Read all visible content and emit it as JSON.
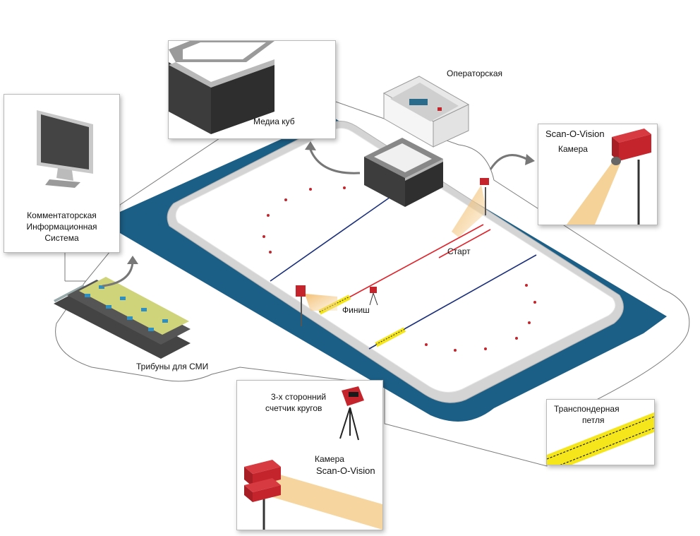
{
  "labels": {
    "media_cube": "Медиа куб",
    "operator_room": "Операторская",
    "scan_camera_title": "Scan-O-Vision",
    "scan_camera_sub": "Камера",
    "commentator_line1": "Комментаторская",
    "commentator_line2": "Информационная",
    "commentator_line3": "Система",
    "start": "Старт",
    "finish": "Финиш",
    "press_stands": "Трибуны для СМИ",
    "lap_counter_line1": "3-х сторонний",
    "lap_counter_line2": "счетчик кругов",
    "camera_ru": "Камера",
    "camera_brand": "Scan-O-Vision",
    "transponder_line1": "Транспондерная",
    "transponder_line2": "петля"
  },
  "colors": {
    "ice": "#ffffff",
    "floor": "#1c5f86",
    "board": "#d8d8d8",
    "blue_line": "#1b2f7a",
    "red_line": "#e0222a",
    "camera_red": "#c4252d",
    "loop_yellow": "#f4e61a",
    "beam": "#f3c77e"
  }
}
